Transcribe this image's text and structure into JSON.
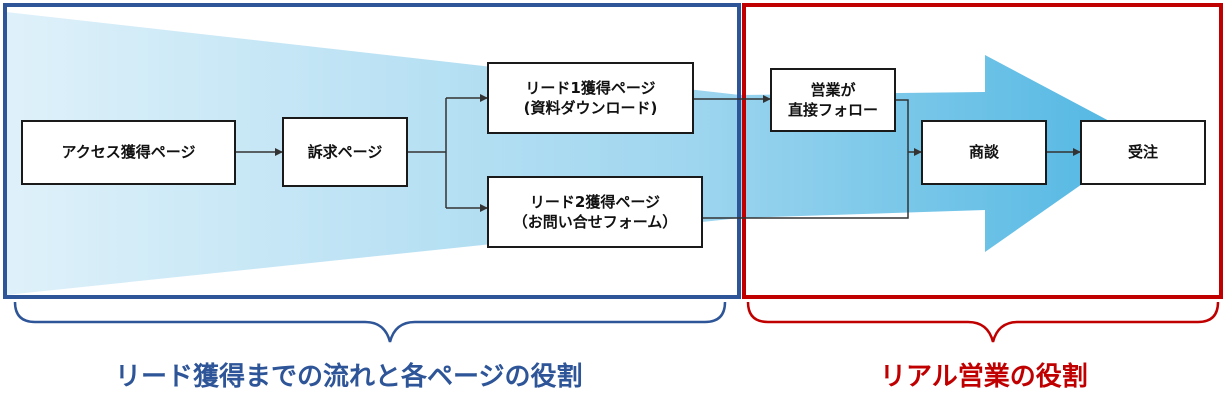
{
  "nodes": {
    "access": {
      "label": "アクセス獲得ページ"
    },
    "appeal": {
      "label": "訴求ページ"
    },
    "lead1": {
      "line1": "リード1獲得ページ",
      "line2": "(資料ダウンロード)"
    },
    "lead2": {
      "line1": "リード2獲得ページ",
      "line2": "（お問い合せフォーム）"
    },
    "sales_follow": {
      "line1": "営業が",
      "line2": "直接フォロー"
    },
    "negotiation": {
      "label": "商談"
    },
    "order": {
      "label": "受注"
    }
  },
  "sections": {
    "lead": {
      "caption": "リード獲得までの流れと各ページの役割",
      "color": "#2e5597"
    },
    "sales": {
      "caption": "リアル営業の役割",
      "color": "#c00000"
    }
  },
  "colors": {
    "flow_light": "#dff1fa",
    "flow_mid": "#9fd6ef",
    "flow_dark": "#4fb6e2",
    "connector": "#333333"
  }
}
